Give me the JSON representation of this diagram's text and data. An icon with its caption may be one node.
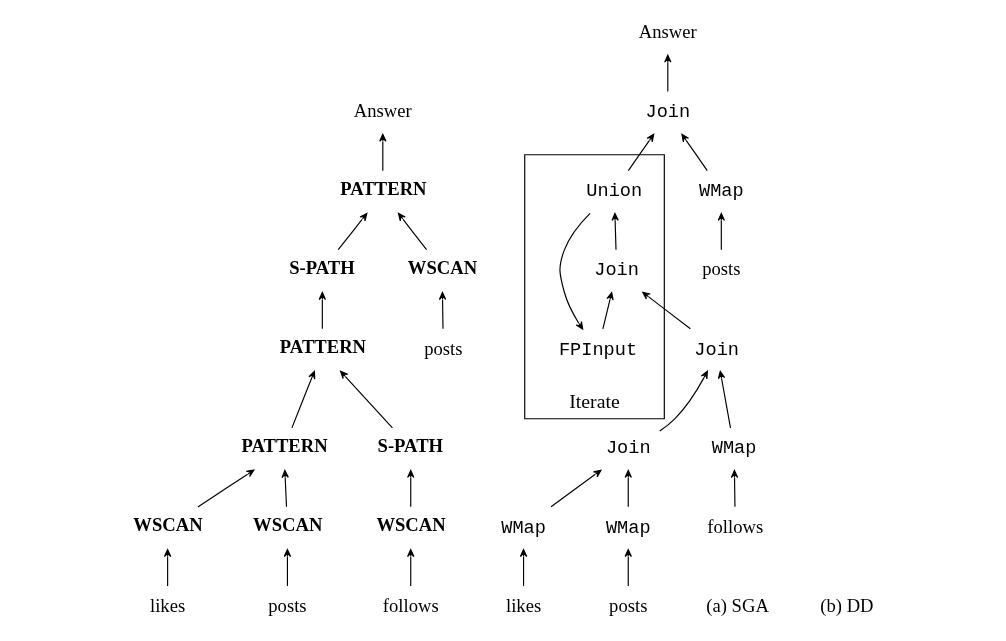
{
  "diagram": {
    "nodes": [
      {
        "text": [
          "Answer"
        ]
      },
      {
        "text": [
          "PATTERN"
        ]
      },
      {
        "text": [
          "S-PATH"
        ]
      },
      {
        "text": [
          "WSCAN"
        ]
      },
      {
        "text": [
          "posts"
        ]
      },
      {
        "text": [
          "PATTERN"
        ]
      },
      {
        "text": [
          "PATTERN"
        ]
      },
      {
        "text": [
          "S-PATH"
        ]
      },
      {
        "text": [
          "WSCAN"
        ]
      },
      {
        "text": [
          "WSCAN"
        ]
      },
      {
        "text": [
          "WSCAN"
        ]
      },
      {
        "text": [
          "likes"
        ]
      },
      {
        "text": [
          "posts"
        ]
      },
      {
        "text": [
          "follows"
        ]
      },
      {
        "text": [
          "Answer"
        ]
      },
      {
        "text": [
          "Join"
        ]
      },
      {
        "text": [
          "Iterate"
        ]
      },
      {
        "text": [
          "Union"
        ],
        "in": 16
      },
      {
        "text": [
          "WMap"
        ]
      },
      {
        "text": [
          "posts"
        ]
      },
      {
        "text": [
          "Join"
        ],
        "in": 16
      },
      {
        "text": [
          "FPInput"
        ],
        "in": 16
      },
      {
        "text": [
          "Join"
        ]
      },
      {
        "text": [
          "Join"
        ]
      },
      {
        "text": [
          "WMap"
        ]
      },
      {
        "text": [
          "WMap"
        ]
      },
      {
        "text": [
          "WMap"
        ]
      },
      {
        "text": [
          "follows"
        ]
      },
      {
        "text": [
          "likes"
        ]
      },
      {
        "text": [
          "posts"
        ]
      }
    ],
    "edges": [
      {
        "from": 1,
        "to": 0,
        "arrow": "to"
      },
      {
        "from": 2,
        "to": 1,
        "arrow": "to"
      },
      {
        "from": 3,
        "to": 1,
        "arrow": "to"
      },
      {
        "from": 4,
        "to": 3,
        "arrow": "to"
      },
      {
        "from": 5,
        "to": 2,
        "arrow": "to"
      },
      {
        "from": 6,
        "to": 5,
        "arrow": "to"
      },
      {
        "from": 7,
        "to": 5,
        "arrow": "to"
      },
      {
        "from": 8,
        "to": 6,
        "arrow": "to"
      },
      {
        "from": 9,
        "to": 6,
        "arrow": "to"
      },
      {
        "from": 10,
        "to": 7,
        "arrow": "to"
      },
      {
        "from": 11,
        "to": 8,
        "arrow": "to"
      },
      {
        "from": 12,
        "to": 9,
        "arrow": "to"
      },
      {
        "from": 13,
        "to": 10,
        "arrow": "to"
      },
      {
        "from": 15,
        "to": 14,
        "arrow": "to"
      },
      {
        "from": 17,
        "to": 15,
        "arrow": "to"
      },
      {
        "from": 18,
        "to": 15,
        "arrow": "to"
      },
      {
        "from": 19,
        "to": 18,
        "arrow": "to"
      },
      {
        "from": 20,
        "to": 17,
        "arrow": "to"
      },
      {
        "from": 21,
        "to": 20,
        "arrow": "to"
      },
      {
        "from": 22,
        "to": 20,
        "arrow": "to"
      },
      {
        "from": 23,
        "to": 22,
        "arrow": "to"
      },
      {
        "from": 24,
        "to": 22,
        "arrow": "to"
      },
      {
        "from": 25,
        "to": 23,
        "arrow": "to"
      },
      {
        "from": 26,
        "to": 23,
        "arrow": "to"
      },
      {
        "from": 27,
        "to": 24,
        "arrow": "to"
      },
      {
        "from": 28,
        "to": 25,
        "arrow": "to"
      },
      {
        "from": 29,
        "to": 26,
        "arrow": "to"
      },
      {
        "from": 17,
        "to": 21,
        "arrow": "to"
      }
    ],
    "labels": [
      "(a) SGA",
      "(b) DD"
    ]
  }
}
